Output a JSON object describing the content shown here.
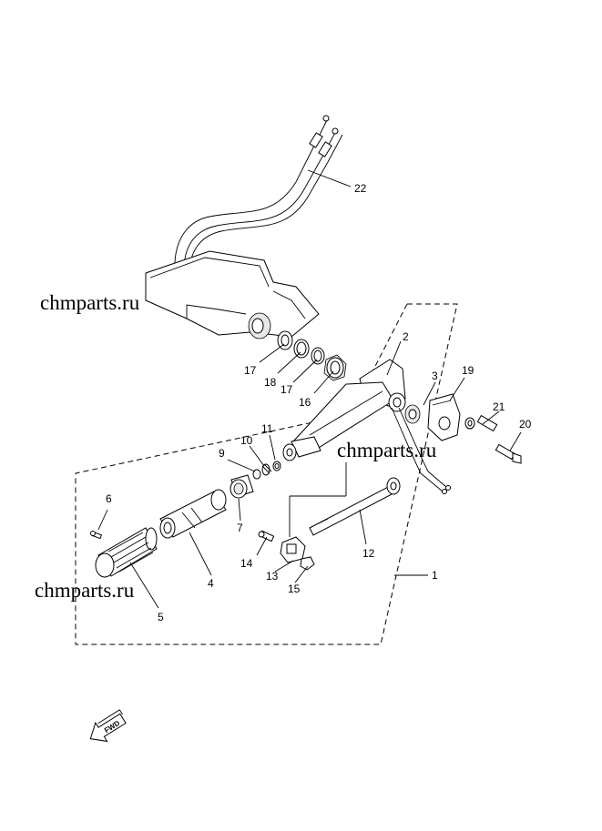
{
  "watermark": "chmparts.ru",
  "fwd_label": "FWD",
  "parts": [
    {
      "id": "1",
      "label": "1"
    },
    {
      "id": "2",
      "label": "2"
    },
    {
      "id": "3",
      "label": "3"
    },
    {
      "id": "4",
      "label": "4"
    },
    {
      "id": "5",
      "label": "5"
    },
    {
      "id": "6",
      "label": "6"
    },
    {
      "id": "7",
      "label": "7"
    },
    {
      "id": "9",
      "label": "9"
    },
    {
      "id": "10",
      "label": "10"
    },
    {
      "id": "11",
      "label": "11"
    },
    {
      "id": "12",
      "label": "12"
    },
    {
      "id": "13",
      "label": "13"
    },
    {
      "id": "14",
      "label": "14"
    },
    {
      "id": "15",
      "label": "15"
    },
    {
      "id": "16",
      "label": "16"
    },
    {
      "id": "17a",
      "label": "17"
    },
    {
      "id": "17b",
      "label": "17"
    },
    {
      "id": "18",
      "label": "18"
    },
    {
      "id": "19",
      "label": "19"
    },
    {
      "id": "20",
      "label": "20"
    },
    {
      "id": "21",
      "label": "21"
    },
    {
      "id": "22",
      "label": "22"
    }
  ]
}
